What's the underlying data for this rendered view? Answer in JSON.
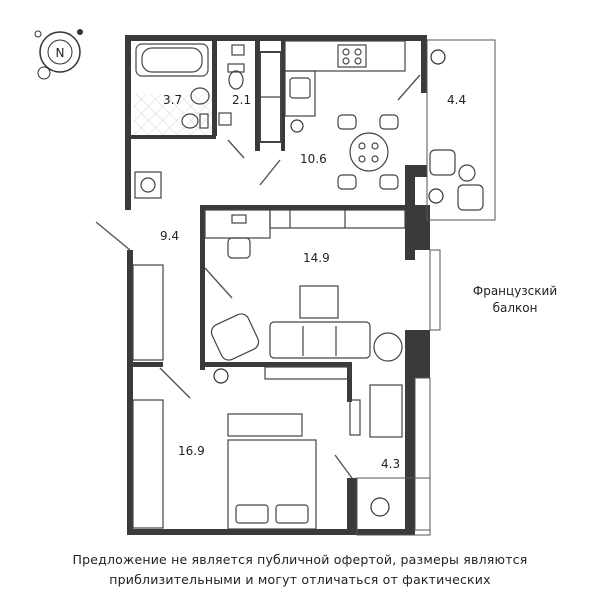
{
  "rooms": [
    {
      "id": "bathroom",
      "area": "3.7"
    },
    {
      "id": "wc",
      "area": "2.1"
    },
    {
      "id": "kitchen",
      "area": "10.6"
    },
    {
      "id": "loggia-top",
      "area": "4.4"
    },
    {
      "id": "hall",
      "area": "9.4"
    },
    {
      "id": "living-room",
      "area": "14.9"
    },
    {
      "id": "bedroom",
      "area": "16.9"
    },
    {
      "id": "loggia-bottom",
      "area": "4.3"
    }
  ],
  "french_balcony": {
    "line1": "Французский",
    "line2": "балкон"
  },
  "compass": {
    "letter": "N"
  },
  "disclaimer": {
    "line1": "Предложение не является публичной офертой, размеры являются",
    "line2": "приблизительными и могут отличаться от фактических"
  },
  "colors": {
    "wall": "#3a3a3a",
    "line": "#555555",
    "tile": "#bdbdbd"
  }
}
